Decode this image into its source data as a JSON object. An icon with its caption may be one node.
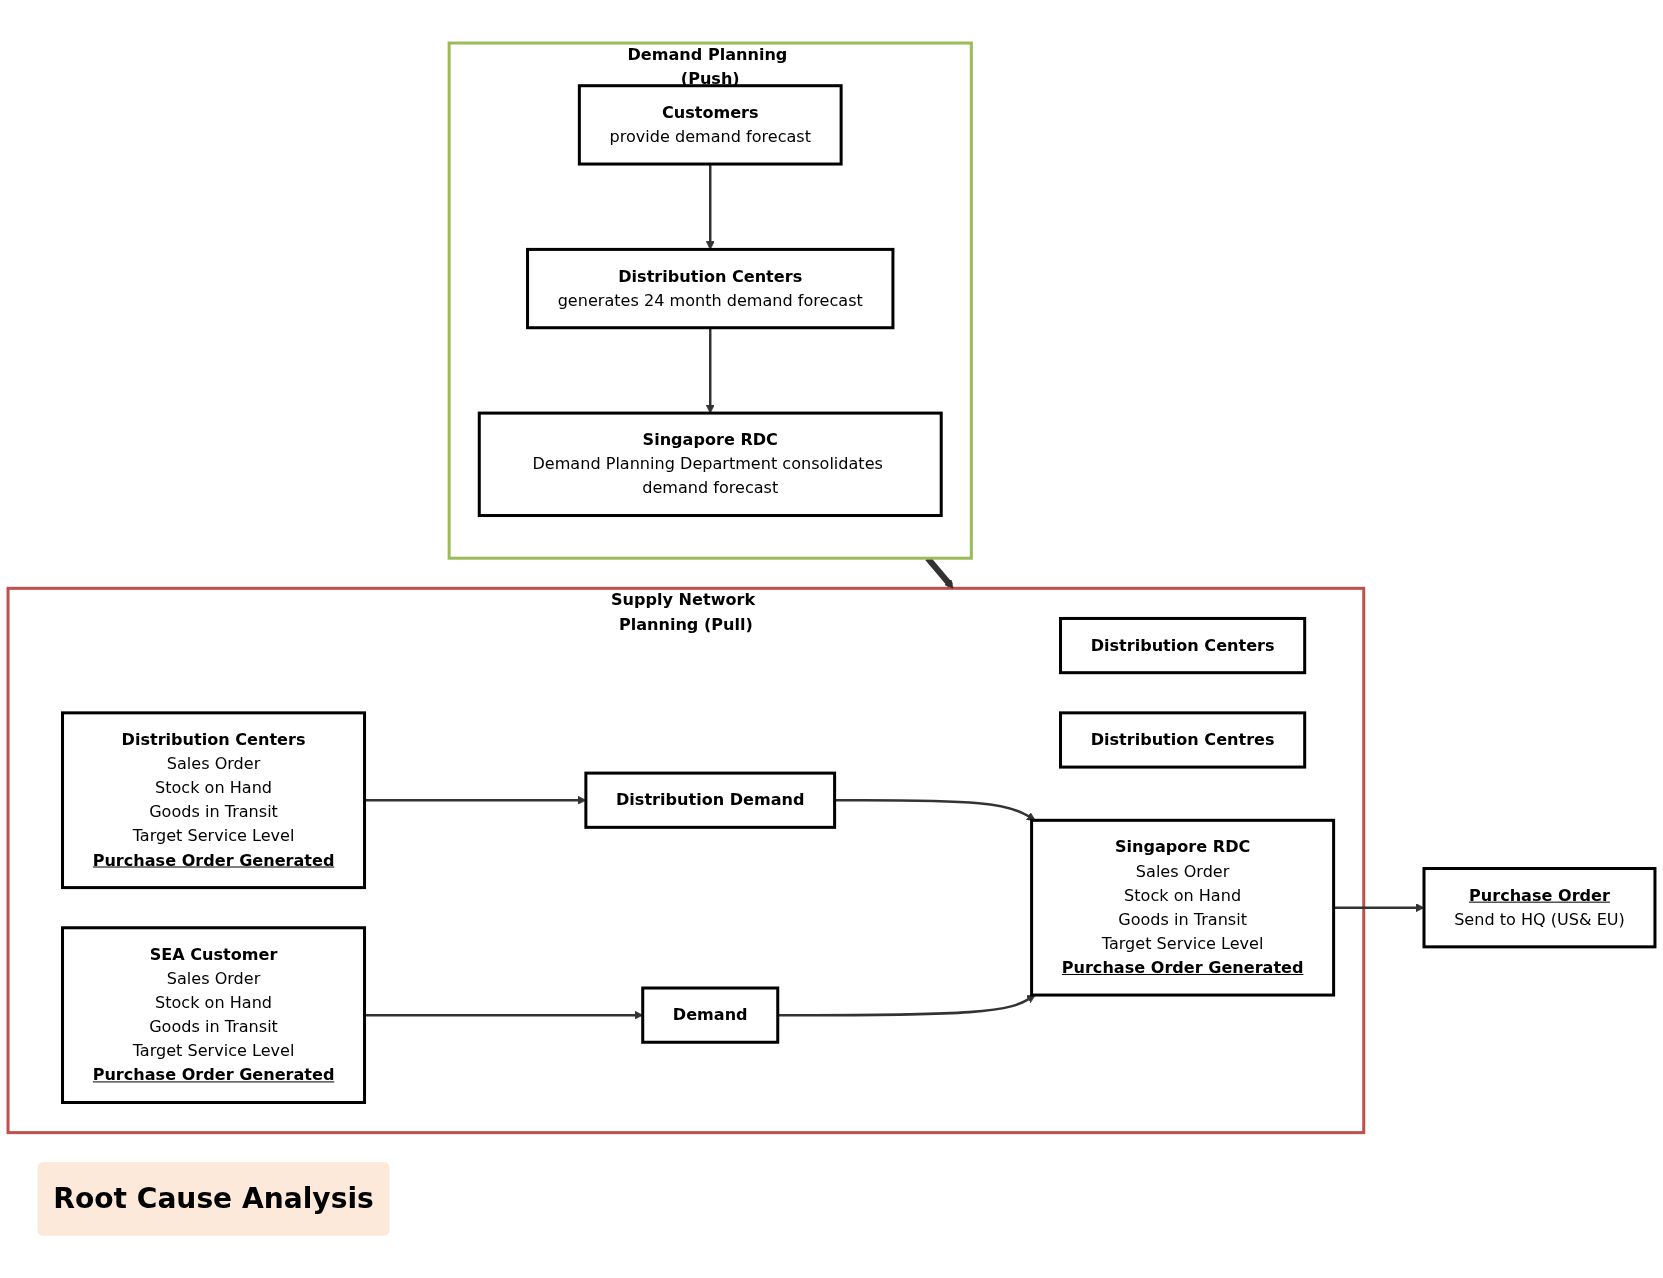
{
  "diagram": {
    "nodes": [
      {
        "text": [
          "Demand Planning (Push)"
        ]
      },
      {
        "text": [
          "Customers",
          "provide demand forecast"
        ],
        "in": 0
      },
      {
        "text": [
          "Distribution Centers",
          "generates 24 month demand forecast"
        ],
        "in": 0
      },
      {
        "text": [
          "Singapore RDC",
          "Demand Planning Department consolidates demand forecast"
        ],
        "in": 0
      },
      {
        "text": [
          "Supply Network Planning (Pull)"
        ]
      },
      {
        "text": [
          "Distribution Centers"
        ],
        "in": 4
      },
      {
        "text": [
          "Distribution Centres"
        ],
        "in": 4
      },
      {
        "text": [
          "Distribution Centers",
          "Sales Order",
          "Stock on Hand",
          "Goods in Transit",
          "Target Service Level",
          "Purchase Order Generated"
        ],
        "in": 4
      },
      {
        "text": [
          "SEA Customer",
          "Sales Order",
          "Stock on Hand",
          "Goods in Transit",
          "Target Service Level",
          "Purchase Order Generated"
        ],
        "in": 4
      },
      {
        "text": [
          "Distribution Demand"
        ],
        "in": 4
      },
      {
        "text": [
          "Demand"
        ],
        "in": 4
      },
      {
        "text": [
          "Singapore RDC",
          "Sales Order",
          "Stock on Hand",
          "Goods in Transit",
          "Target Service Level",
          "Purchase Order Generated"
        ],
        "in": 4
      },
      {
        "text": [
          "Purchase Order",
          "Send to HQ (US& EU)"
        ]
      },
      {
        "text": [
          "Root Cause Analysis"
        ]
      }
    ],
    "edges": [
      {
        "from": 0,
        "to": 4,
        "arrow": "to",
        "style": "thick"
      },
      {
        "from": 1,
        "to": 2,
        "arrow": "to"
      },
      {
        "from": 2,
        "to": 3,
        "arrow": "to"
      },
      {
        "from": 7,
        "to": 9,
        "arrow": "to"
      },
      {
        "from": 8,
        "to": 10,
        "arrow": "to"
      },
      {
        "from": 9,
        "to": 11,
        "arrow": "to"
      },
      {
        "from": 10,
        "to": 11,
        "arrow": "to"
      },
      {
        "from": 11,
        "to": 12,
        "arrow": "to"
      }
    ]
  }
}
